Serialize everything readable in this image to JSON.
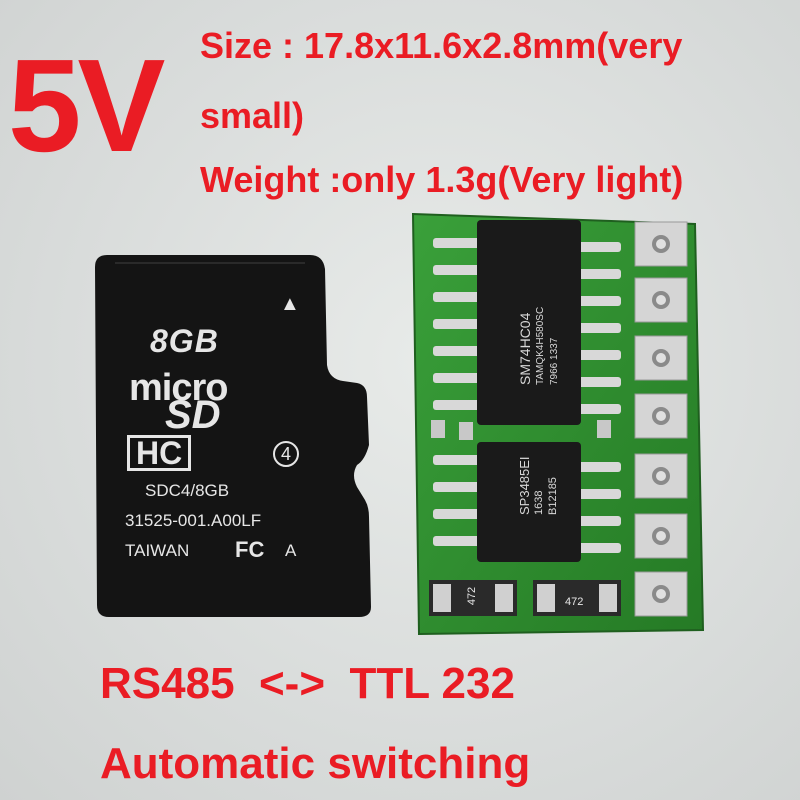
{
  "headline": {
    "voltage": "5V",
    "size": "Size : 17.8x11.6x2.8mm(very",
    "size_cont": "small)",
    "weight": "Weight :only 1.3g(Very light)"
  },
  "footer": {
    "conversion": "RS485  <->  TTL 232",
    "mode": "Automatic switching"
  },
  "sd_card": {
    "capacity": "8GB",
    "brand_micro": "micro",
    "brand_sd": "SD",
    "type": "HC",
    "class": "4",
    "model": "SDC4/8GB",
    "part": "31525-001.A00LF",
    "origin": "TAIWAN",
    "cert": "FC",
    "cert_suffix": "A",
    "triangle": "▲"
  },
  "pcb": {
    "chip1_label": "SM74HC04",
    "chip1_code": "TAMQK4H580SC",
    "chip1_date": "7966 1337",
    "chip2_label": "SP3485EI",
    "chip2_code": "1638",
    "chip2_date": "B12185",
    "res1_label": "472",
    "res2_label": "472"
  },
  "colors": {
    "text_red": "#ea1c24",
    "pcb_green": "#2e8b2e",
    "chip_black": "#1a1a1a",
    "sd_black": "#141414"
  }
}
